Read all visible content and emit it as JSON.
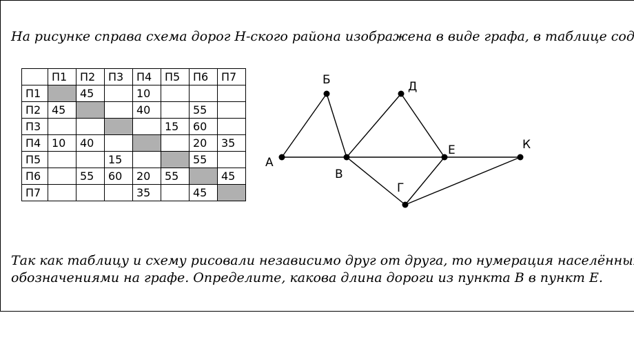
{
  "text": {
    "p1": "На рисунке справа схема дорог Н-ского района изображена в виде графа, в таблице содер",
    "p2": "Так как таблицу и схему рисовали независимо друг от друга, то нумерация населённых пу",
    "p3": "обозначениями на графе. Определите, какова длина дороги из пункта В в пункт Е."
  },
  "table": {
    "columns": [
      "П1",
      "П2",
      "П3",
      "П4",
      "П5",
      "П6",
      "П7"
    ],
    "rows": [
      {
        "label": "П1",
        "cells": [
          "",
          "45",
          "",
          "10",
          "",
          "",
          ""
        ]
      },
      {
        "label": "П2",
        "cells": [
          "45",
          "",
          "",
          "40",
          "",
          "55",
          ""
        ]
      },
      {
        "label": "П3",
        "cells": [
          "",
          "",
          "",
          "",
          "15",
          "60",
          ""
        ]
      },
      {
        "label": "П4",
        "cells": [
          "10",
          "40",
          "",
          "",
          "",
          "20",
          "35"
        ]
      },
      {
        "label": "П5",
        "cells": [
          "",
          "",
          "15",
          "",
          "",
          "55",
          ""
        ]
      },
      {
        "label": "П6",
        "cells": [
          "",
          "55",
          "60",
          "20",
          "55",
          "",
          "45"
        ]
      },
      {
        "label": "П7",
        "cells": [
          "",
          "",
          "",
          "35",
          "",
          "45",
          ""
        ]
      }
    ]
  },
  "graph": {
    "nodes": [
      "А",
      "Б",
      "В",
      "Г",
      "Д",
      "Е",
      "К"
    ],
    "edges": [
      [
        "А",
        "Б"
      ],
      [
        "А",
        "В"
      ],
      [
        "Б",
        "В"
      ],
      [
        "В",
        "Д"
      ],
      [
        "В",
        "Е"
      ],
      [
        "В",
        "Г"
      ],
      [
        "Д",
        "Е"
      ],
      [
        "Е",
        "К"
      ],
      [
        "Е",
        "Г"
      ],
      [
        "Г",
        "К"
      ]
    ]
  }
}
